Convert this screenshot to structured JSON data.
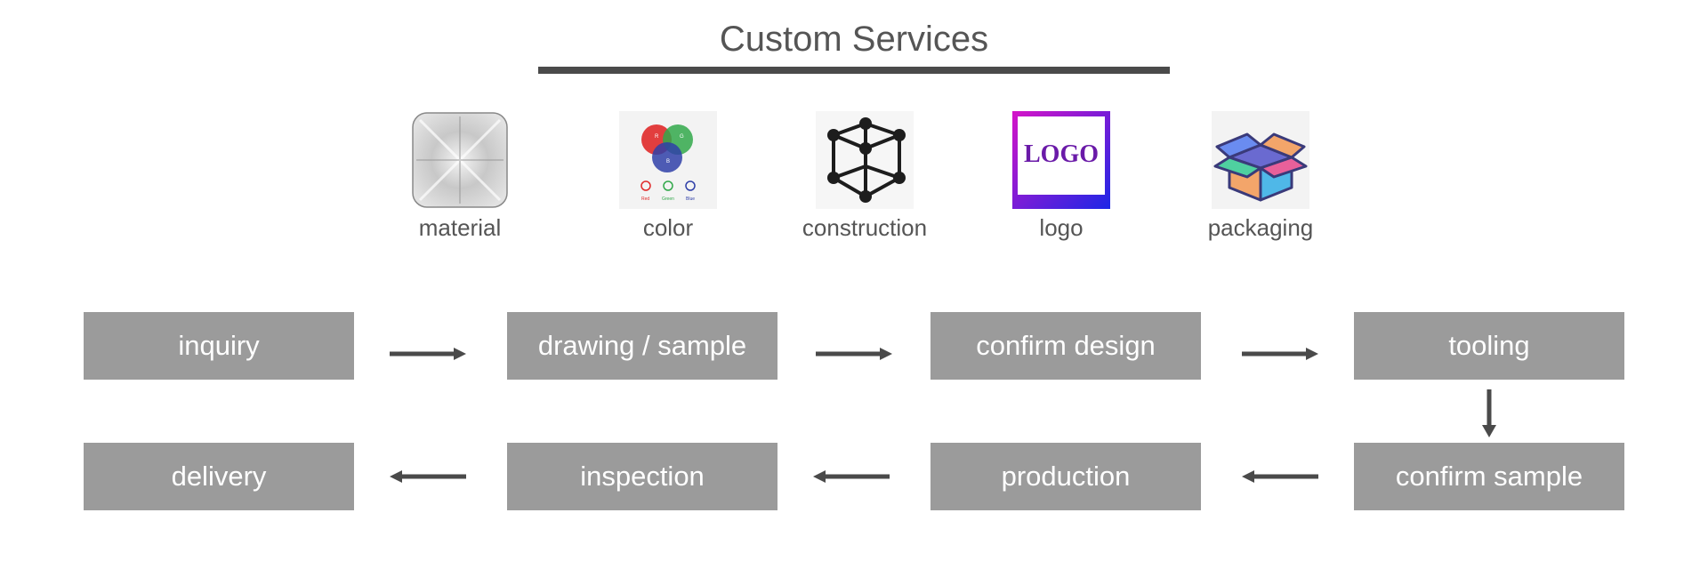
{
  "title": "Custom Services",
  "services": [
    {
      "label": "material",
      "icon": "brushed-metal-icon"
    },
    {
      "label": "color",
      "icon": "rgb-color-icon"
    },
    {
      "label": "construction",
      "icon": "cube-structure-icon"
    },
    {
      "label": "logo",
      "icon": "logo-badge-icon",
      "icon_text": "LOGO"
    },
    {
      "label": "packaging",
      "icon": "open-box-icon"
    }
  ],
  "color_icon_text": [
    "R",
    "G",
    "B",
    "Red",
    "Green",
    "Blue"
  ],
  "process": {
    "row1": [
      "inquiry",
      "drawing / sample",
      "confirm design",
      "tooling"
    ],
    "row2": [
      "delivery",
      "inspection",
      "production",
      "confirm sample"
    ]
  },
  "colors": {
    "step_fill": "#9b9b9b",
    "arrow": "#4a4a4a",
    "title_rule": "#4a4a4a"
  }
}
